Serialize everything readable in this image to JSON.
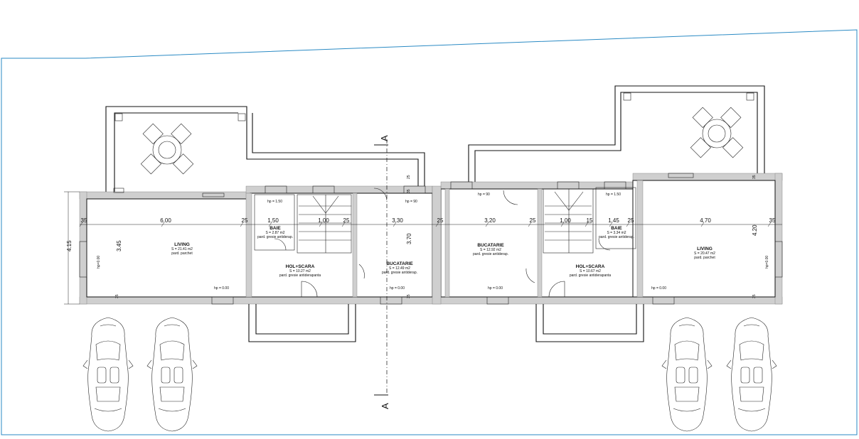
{
  "section_marker": "A",
  "overall_height_dim": "4.15",
  "dims_top": [
    "35",
    "6.00",
    "25",
    "1.50",
    "1.00",
    "25",
    "3.30",
    "25",
    "3.20",
    "25",
    "1.00",
    "15",
    "1.45",
    "25",
    "4.70",
    "35"
  ],
  "rooms": [
    {
      "name": "LIVING",
      "area": "S = 21.41 m2",
      "floor": "pard. parchet"
    },
    {
      "name": "BAIE",
      "area": "S = 2.87 m2",
      "floor": "pard. gresie antiderap."
    },
    {
      "name": "HOL+SCARA",
      "area": "S = 10.27 m2",
      "floor": "pard. gresie antiderapanta"
    },
    {
      "name": "BUCATARIE",
      "area": "S = 12.49 m2",
      "floor": "pard. gresie antiderap."
    },
    {
      "name": "BUCATARIE",
      "area": "S = 12.92 m2",
      "floor": "pard. gresie antiderap."
    },
    {
      "name": "HOL+SCARA",
      "area": "S = 10.67 m2",
      "floor": "pard. gresie antiderapanta"
    },
    {
      "name": "BAIE",
      "area": "S = 3.34 m2",
      "floor": "pard. gresie antiderap."
    },
    {
      "name": "LIVING",
      "area": "S = 20.47 m2",
      "floor": "pard. parchet"
    }
  ],
  "side_dims": {
    "left_inner": "3.45",
    "center": "3.70",
    "right_inner": "4.20"
  },
  "hp_labels": {
    "hp000": "hp = 0.00",
    "hp150": "hp = 1.50",
    "hp90": "hp = 90",
    "hp000_short": "hp=0.00"
  },
  "wall_marks": {
    "m35": "35",
    "m25": "25",
    "m15": "15"
  }
}
